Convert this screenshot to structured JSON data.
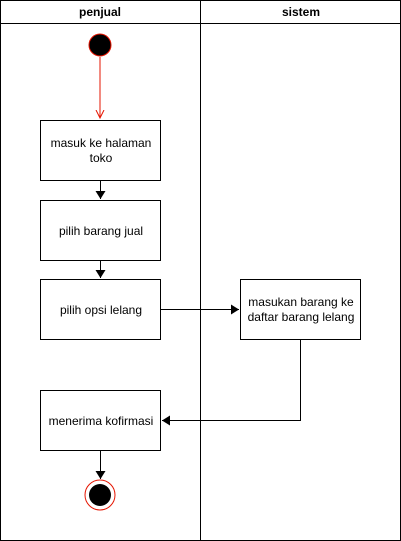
{
  "lanes": [
    {
      "title": "penjual"
    },
    {
      "title": "sistem"
    }
  ],
  "nodes": {
    "start": {
      "kind": "initial"
    },
    "masuk": {
      "label": "masuk ke halaman toko"
    },
    "pilih_barang": {
      "label": "pilih barang jual"
    },
    "pilih_opsi": {
      "label": "pilih opsi lelang"
    },
    "masukan": {
      "label": "masukan barang ke daftar barang lelang"
    },
    "menerima": {
      "label": "menerima kofirmasi"
    },
    "end": {
      "kind": "final"
    }
  },
  "colors": {
    "stroke": "#000000",
    "accent": "#e51400",
    "fill": "#ffffff",
    "node_fill": "#000000"
  }
}
